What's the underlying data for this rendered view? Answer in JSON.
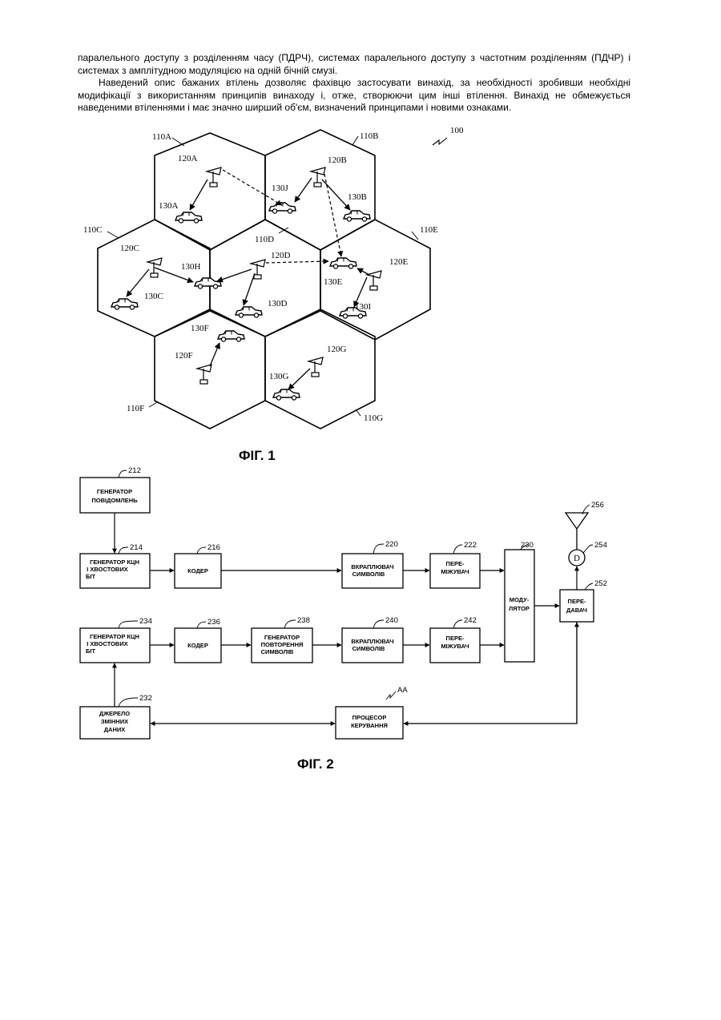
{
  "text": {
    "p1": "паралельного доступу з розділенням часу (ПДРЧ), системах паралельного доступу з частотним розділенням (ПДЧР) і системах з амплітудною модуляцією на одній бічній смузі.",
    "p2": "Наведений опис бажаних втілень дозволяє фахівцю застосувати винахід, за необхідності зробивши необхідні модифікації з використанням принципів винаходу і, отже, створюючи цим інші втілення. Винахід не обмежується наведеними втіленнями і має значно ширший об'єм, визначений принципами і новими ознаками."
  },
  "fig1": {
    "caption": "ФІГ. 1",
    "ref": "100",
    "cells": [
      "110A",
      "110B",
      "110C",
      "110D",
      "110E",
      "110F",
      "110G"
    ],
    "stations": [
      "120A",
      "120B",
      "120C",
      "120D",
      "120E",
      "120F",
      "120G"
    ],
    "mobiles": [
      "130A",
      "130B",
      "130C",
      "130D",
      "130E",
      "130F",
      "130G",
      "130H",
      "130I",
      "130J"
    ]
  },
  "fig2": {
    "caption": "ФІГ. 2",
    "ref": "AA",
    "blocks": {
      "b212": {
        "num": "212",
        "l1": "ГЕНЕРАТОР",
        "l2": "ПОВІДОМЛЕНЬ"
      },
      "b214": {
        "num": "214",
        "l1": "ГЕНЕРАТОР КЦН",
        "l2": "І ХВОСТОВИХ",
        "l3": "БІТ"
      },
      "b216": {
        "num": "216",
        "l1": "КОДЕР"
      },
      "b220": {
        "num": "220",
        "l1": "ВКРАПЛЮВАЧ",
        "l2": "СИМВОЛІВ"
      },
      "b222": {
        "num": "222",
        "l1": "ПЕРЕ-",
        "l2": "МІЖУВАЧ"
      },
      "b230": {
        "num": "230",
        "l1": "МОДУ-",
        "l2": "ЛЯТОР"
      },
      "b234": {
        "num": "234",
        "l1": "ГЕНЕРАТОР КЦН",
        "l2": "І ХВОСТОВИХ",
        "l3": "БІТ"
      },
      "b236": {
        "num": "236",
        "l1": "КОДЕР"
      },
      "b238": {
        "num": "238",
        "l1": "ГЕНЕРАТОР",
        "l2": "ПОВТОРЕННЯ",
        "l3": "СИМВОЛІВ"
      },
      "b240": {
        "num": "240",
        "l1": "ВКРАПЛЮВАЧ",
        "l2": "СИМВОЛІВ"
      },
      "b242": {
        "num": "242",
        "l1": "ПЕРЕ-",
        "l2": "МІЖУВАЧ"
      },
      "b232": {
        "num": "232",
        "l1": "ДЖЕРЕЛО",
        "l2": "ЗМІННИХ",
        "l3": "ДАНИХ"
      },
      "bproc": {
        "l1": "ПРОЦЕСОР",
        "l2": "КЕРУВАННЯ"
      },
      "b252": {
        "num": "252",
        "l1": "ПЕРЕ-",
        "l2": "ДАВАЧ"
      },
      "b254": {
        "num": "254",
        "l1": "D"
      },
      "b256": {
        "num": "256"
      }
    }
  }
}
